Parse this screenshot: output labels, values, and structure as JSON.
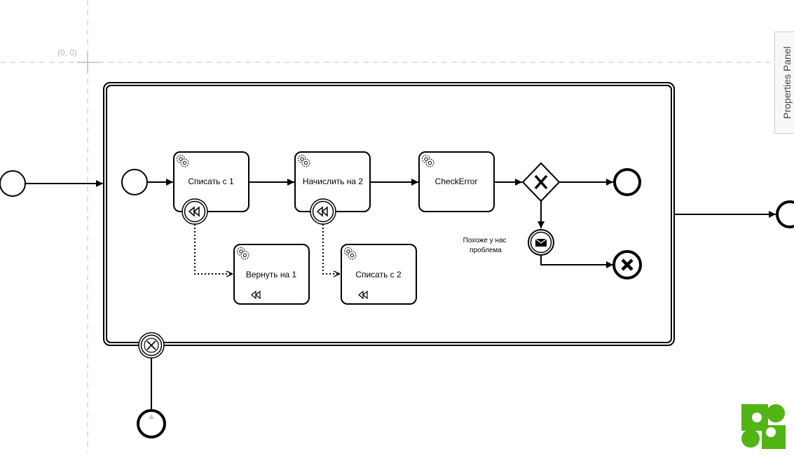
{
  "canvas": {
    "origin_label": "(0, 0)"
  },
  "properties_panel": {
    "label": "Properties Panel"
  },
  "tasks": {
    "task_debit_1": "Списать с 1",
    "task_credit_2": "Начислить на 2",
    "task_check_error": "CheckError",
    "task_refund_1": "Вернуть на 1",
    "task_debit_2": "Списать с 2"
  },
  "events": {
    "message_event_label": "Похоже у нас\nпроблема"
  },
  "logo": {
    "name": "bpmn-io-logo",
    "color": "#52b415"
  }
}
